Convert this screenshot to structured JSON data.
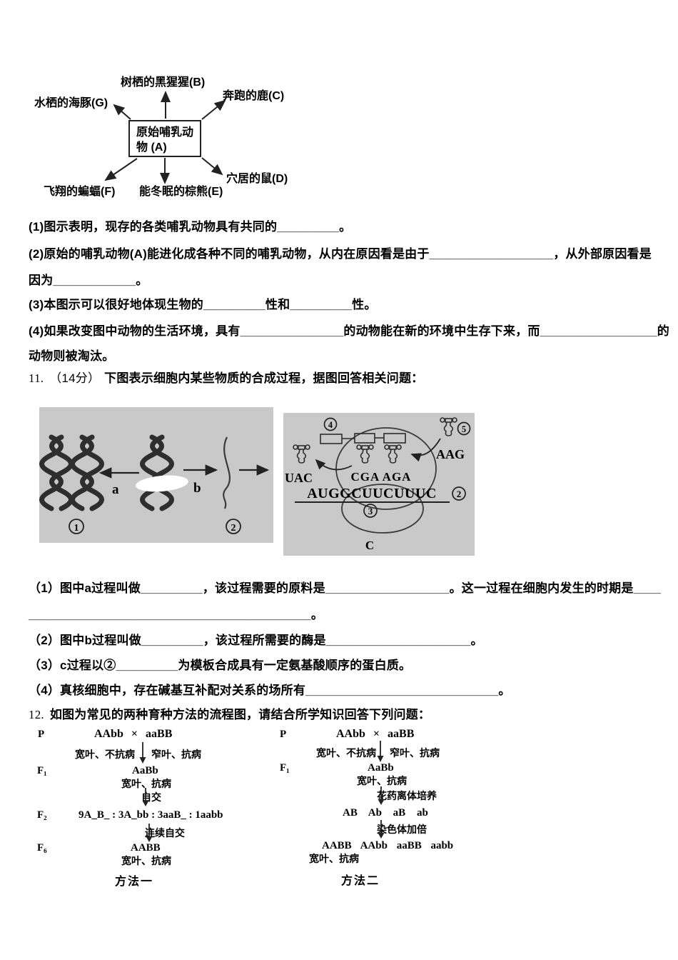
{
  "evolution": {
    "box_line1": "原始哺乳动",
    "box_line2": "物 (A)",
    "node_b": "树栖的黑猩猩(B)",
    "node_c": "奔跑的鹿(C)",
    "node_g": "水栖的海豚(G)",
    "node_d": "穴居的鼠(D)",
    "node_e": "能冬眠的棕熊(E)",
    "node_f": "飞翔的蝙蝠(F)"
  },
  "q10": {
    "lines": [
      "(1)图示表明，现存的各类哺乳动物具有共同的_________。",
      "(2)原始的哺乳动物(A)能进化成各种不同的哺乳动物，从内在原因看是由于__________________，从外部原因看是",
      "因为____________。",
      "(3)本图示可以很好地体现生物的_________性和_________性。",
      "(4)如果改变图中动物的生活环境，具有_______________的动物能在新的环境中生存下来，而_________________的",
      "动物则被淘汰。"
    ]
  },
  "q11": {
    "number": "11.",
    "score": "（14分）",
    "header": "下图表示细胞内某些物质的合成过程，据图回答相关问题：",
    "lines": [
      "（1）图中a过程叫做_________，该过程需要的原料是__________________。这一过程在细胞内发生的时期是____",
      "_________________________________________。",
      "（2）图中b过程叫做_________，该过程所需要的酶是_____________________。",
      "（3）c过程以②_________为模板合成具有一定氨基酸顺序的蛋白质。",
      "（4）真核细胞中，存在碱基互补配对关系的场所有____________________________。"
    ],
    "panel_left": {
      "a": "a",
      "b": "b",
      "n1": "1",
      "n2": "2"
    },
    "panel_right": {
      "n2": "2",
      "n3": "3",
      "n4": "4",
      "n5": "5",
      "uac": "UAC",
      "aag": "AAG",
      "codons": "CGA AGA",
      "mrna": "AUGGCUUCUUUC",
      "c": "C"
    }
  },
  "q12": {
    "number": "12.",
    "header": "如图为常见的两种育种方法的流程图，请结合所学知识回答下列问题：",
    "method1": {
      "gen_p": "P",
      "gen_f1": "F₁",
      "gen_f2": "F₂",
      "gen_f6": "F₆",
      "cross": "AAbb × aaBB",
      "p1_pheno": "宽叶、不抗病",
      "p2_pheno": "窄叶、抗病",
      "f1_geno": "AaBb",
      "f1_pheno": "宽叶、抗病",
      "step1": "自交",
      "f2_ratio": "9A_B_ : 3A_bb : 3aaB_ : 1aabb",
      "step2": "连续自交",
      "f6_geno": "AABB",
      "f6_pheno": "宽叶、抗病",
      "caption": "方法一"
    },
    "method2": {
      "gen_p": "P",
      "gen_f1": "F₁",
      "cross": "AAbb × aaBB",
      "p1_pheno": "宽叶、不抗病",
      "p2_pheno": "窄叶、抗病",
      "f1_geno": "AaBb",
      "f1_pheno": "宽叶、抗病",
      "step1": "花药离体培养",
      "gametes": "AB Ab aB ab",
      "step2": "染色体加倍",
      "doubled": "AABB AAbb aaBB aabb",
      "pheno": "宽叶、抗病",
      "caption": "方法二"
    }
  }
}
